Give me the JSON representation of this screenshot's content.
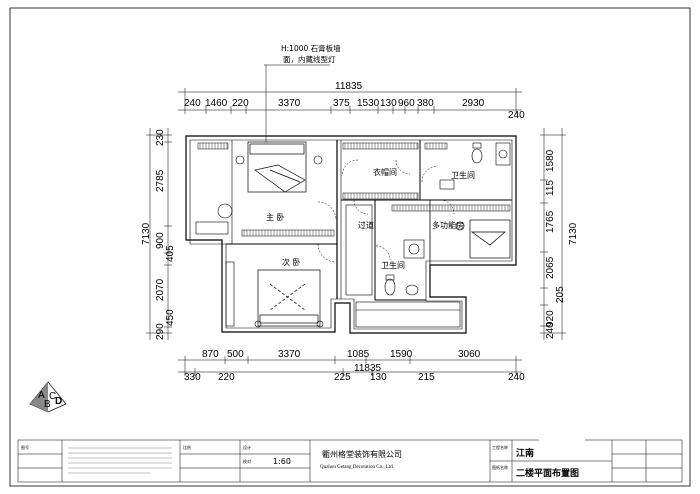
{
  "drawing": {
    "ceiling_note_line1": "H:1000 石膏板墙",
    "ceiling_note_line2": "面，内藏线型灯",
    "total_width": "11835"
  },
  "top_dims": {
    "row1": [
      "240",
      "1460",
      "220",
      "3370",
      "375",
      "1530",
      "130",
      "960",
      "380",
      "2930"
    ],
    "row1_end": "240"
  },
  "bottom_dims": {
    "row1": [
      "870",
      "500",
      "3370",
      "1085",
      "1590",
      "3060"
    ],
    "row2": [
      "330",
      "220",
      "225",
      "130",
      "215",
      "240"
    ],
    "total": "11835"
  },
  "left_dims": {
    "outer": "7130",
    "inner": [
      "230",
      "2785",
      "900",
      "405",
      "2070",
      "450",
      "290"
    ]
  },
  "right_dims": {
    "outer": "7130",
    "inner": [
      "1580",
      "115",
      "1765",
      "2065",
      "205",
      "920",
      "240"
    ]
  },
  "rooms": {
    "master_bedroom": "主 卧",
    "second_bedroom": "次 卧",
    "closet": "衣帽间",
    "bathroom_upper": "卫生间",
    "multifunction": "多功能房",
    "corridor": "过道",
    "bathroom_lower": "卫生间"
  },
  "compass": {
    "letters": [
      "A",
      "B",
      "C",
      "D"
    ]
  },
  "title_block": {
    "company_cn": "衢州格堂装饰有限公司",
    "company_en": "Quzhou Getang Decoration Co., Ltd.",
    "project": "江南",
    "drawing_title": "二楼平面布置图",
    "scale": "1:60",
    "small_labels": [
      "图号",
      "比例",
      "设计",
      "校对",
      "工程名称",
      "图纸名称"
    ]
  }
}
